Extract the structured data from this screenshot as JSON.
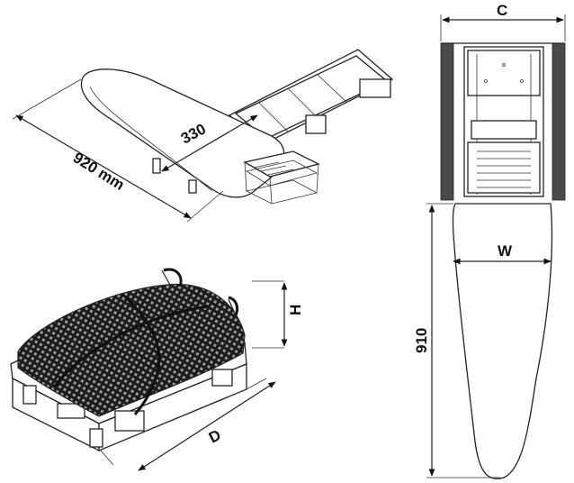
{
  "labels": {
    "width_330": "330",
    "length_920": "920 mm",
    "cabinet_c": "C",
    "board_w": "W",
    "height_910": "910",
    "height_h": "H",
    "depth_d": "D"
  },
  "colors": {
    "line": "#222222",
    "panel": "#4a4a4a",
    "background": "#ffffff"
  }
}
